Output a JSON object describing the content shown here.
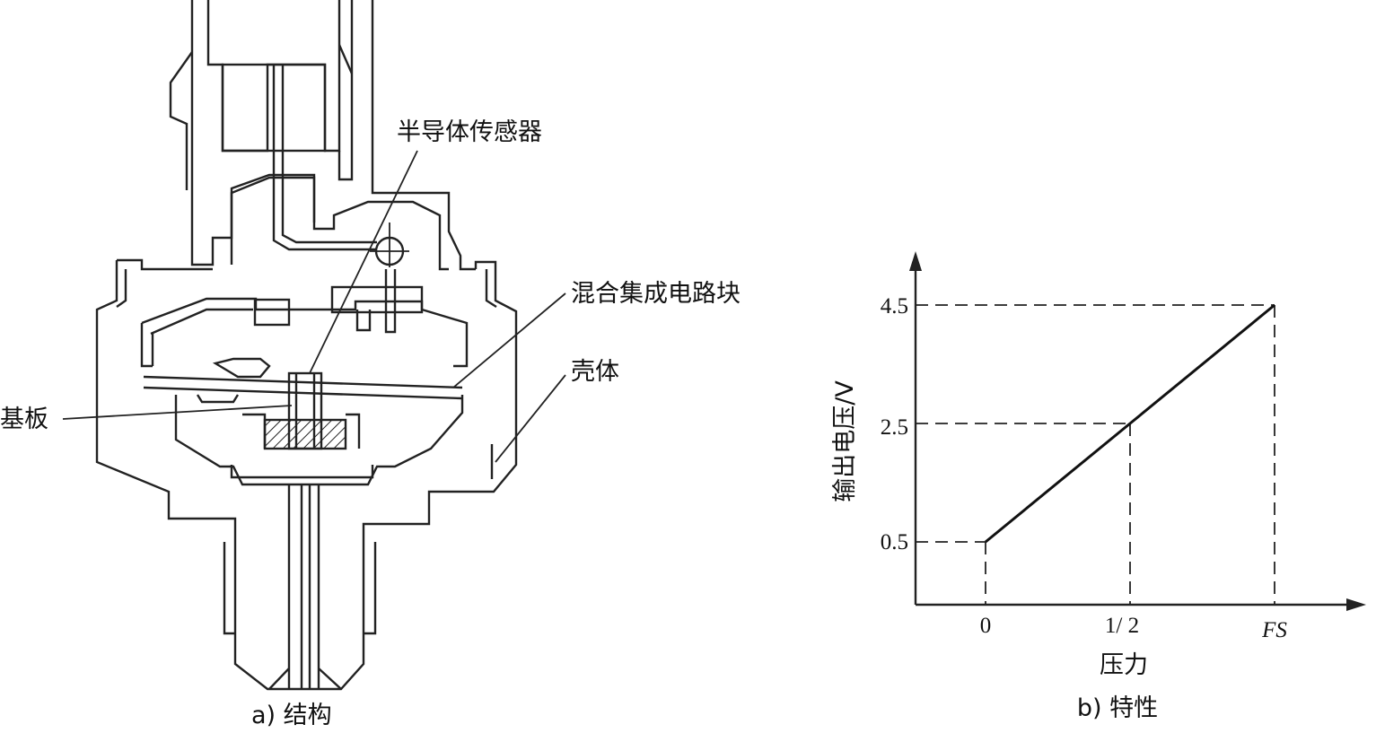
{
  "structure": {
    "labels": {
      "semiconductor_sensor": "半导体传感器",
      "hybrid_ic": "混合集成电路块",
      "housing": "壳体",
      "substrate": "基板"
    },
    "caption": "a) 结构"
  },
  "chart": {
    "caption": "b) 特性",
    "ylabel": "输出电压/V",
    "xlabel": "压力",
    "y_ticks": [
      "0.5",
      "2.5",
      "4.5"
    ],
    "x_ticks": [
      "0",
      "1/ 2",
      "FS"
    ]
  },
  "chart_data": {
    "type": "line",
    "title": "",
    "xlabel": "压力",
    "ylabel": "输出电压/V",
    "x": [
      0,
      0.5,
      1.0
    ],
    "x_tick_labels": [
      "0",
      "1/2",
      "FS"
    ],
    "series": [
      {
        "values": [
          0.5,
          2.5,
          4.5
        ]
      }
    ],
    "reference_lines": "dashed guide lines from each point to both axes",
    "grid": false
  }
}
